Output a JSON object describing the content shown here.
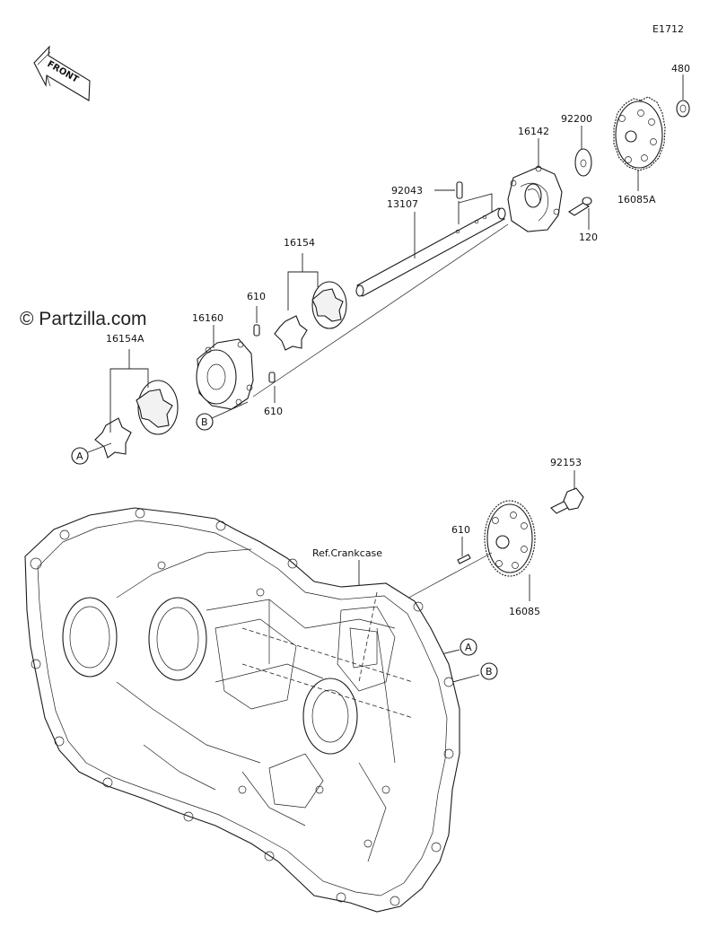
{
  "diagram": {
    "code": "E1712",
    "watermark": "© Partzilla.com",
    "front_arrow": "FRONT",
    "crankcase_ref": "Ref.Crankcase",
    "callouts": [
      "A",
      "B"
    ],
    "parts": [
      {
        "number": "480"
      },
      {
        "number": "92200"
      },
      {
        "number": "16142"
      },
      {
        "number": "16085A"
      },
      {
        "number": "92043"
      },
      {
        "number": "120"
      },
      {
        "number": "13107"
      },
      {
        "number": "16154"
      },
      {
        "number": "610"
      },
      {
        "number": "16160"
      },
      {
        "number": "16154A"
      },
      {
        "number": "610"
      },
      {
        "number": "92153"
      },
      {
        "number": "610"
      },
      {
        "number": "16085"
      }
    ]
  }
}
